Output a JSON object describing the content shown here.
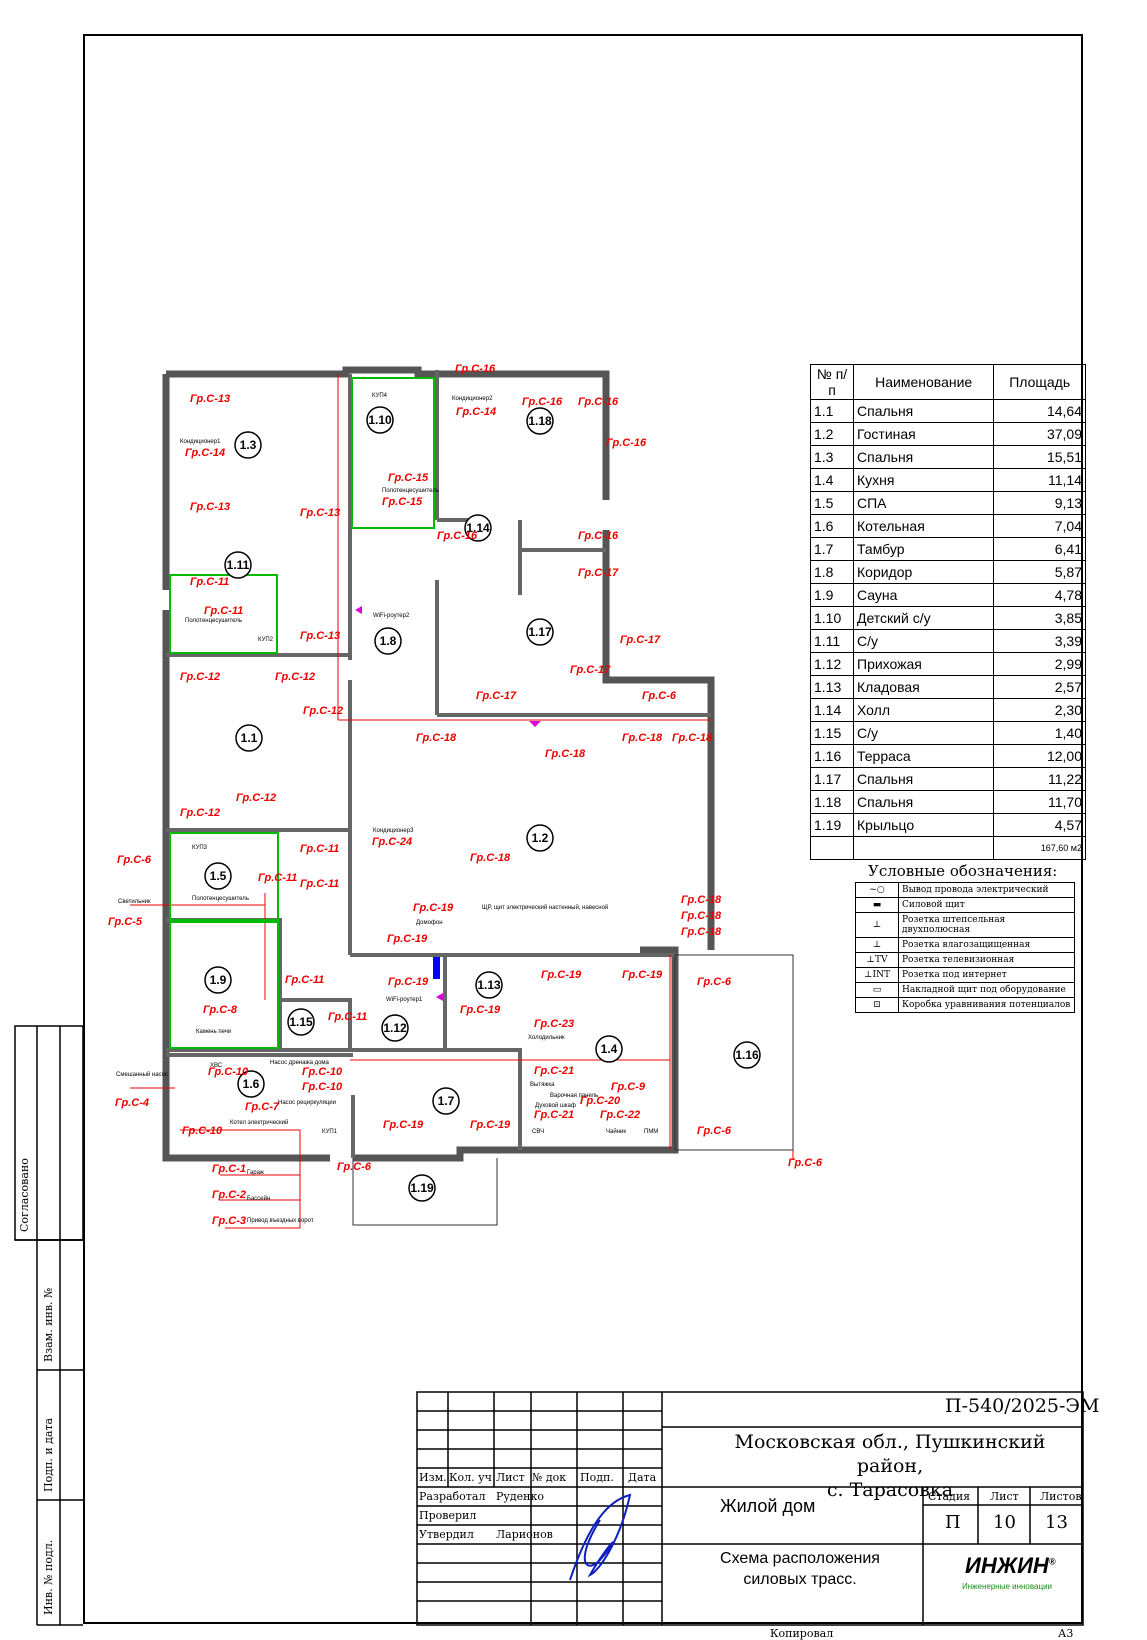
{
  "plan": {
    "rooms": [
      {
        "id": "1.3"
      },
      {
        "id": "1.10"
      },
      {
        "id": "1.18"
      },
      {
        "id": "1.11"
      },
      {
        "id": "1.14"
      },
      {
        "id": "1.17"
      },
      {
        "id": "1.8"
      },
      {
        "id": "1.1"
      },
      {
        "id": "1.2"
      },
      {
        "id": "1.5"
      },
      {
        "id": "1.9"
      },
      {
        "id": "1.13"
      },
      {
        "id": "1.15"
      },
      {
        "id": "1.12"
      },
      {
        "id": "1.4"
      },
      {
        "id": "1.16"
      },
      {
        "id": "1.6"
      },
      {
        "id": "1.7"
      },
      {
        "id": "1.19"
      }
    ],
    "labels": {
      "g16_top": "Гр.С-16",
      "g13_a": "Гр.С-13",
      "g14_a": "Гр.С-14",
      "g13_b": "Гр.С-13",
      "g11_a": "Гр.С-11",
      "g11_b": "Гр.С-11",
      "g13_c": "Гр.С-13",
      "g13_d": "Гр.С-13",
      "g12_a": "Гр.С-12",
      "g12_b": "Гр.С-12",
      "g12_c": "Гр.С-12",
      "g12_d": "Гр.С-12",
      "g12_e": "Гр.С-12",
      "g15_a": "Гр.С-15",
      "g15_b": "Гр.С-15",
      "g14_b": "Гр.С-14",
      "g16_a": "Гр.С-16",
      "g16_b": "Гр.С-16",
      "g16_c": "Гр.С-16",
      "g16_d": "Гр.С-16",
      "g16_e": "Гр.С-16",
      "g17_a": "Гр.С-17",
      "g17_b": "Гр.С-17",
      "g17_c": "Гр.С-17",
      "g17_d": "Гр.С-17",
      "g18_a": "Гр.С-18",
      "g18_b": "Гр.С-18",
      "g18_c": "Гр.С-18",
      "g18_d": "Гр.С-18",
      "g18_e": "Гр.С-18",
      "g18_f": "Гр.С-18",
      "g18_g": "Гр.С-18",
      "g18_h": "Гр.С-18",
      "g6_a": "Гр.С-6",
      "g6_b": "Гр.С-6",
      "g6_c": "Гр.С-6",
      "g6_d": "Гр.С-6",
      "g6_e": "Гр.С-6",
      "g6_f": "Гр.С-6",
      "g24": "Гр.С-24",
      "g11_c": "Гр.С-11",
      "g11_d": "Гр.С-11",
      "g11_e": "Гр.С-11",
      "g11_f": "Гр.С-11",
      "g11_g": "Гр.С-11",
      "g5": "Гр.С-5",
      "g19_a": "Гр.С-19",
      "g19_b": "Гр.С-19",
      "g19_c": "Гр.С-19",
      "g19_d": "Гр.С-19",
      "g19_e": "Гр.С-19",
      "g19_f": "Гр.С-19",
      "g19_g": "Гр.С-19",
      "g19_h": "Гр.С-19",
      "g19_i": "Гр.С-19",
      "g8": "Гр.С-8",
      "g23": "Гр.С-23",
      "g21_a": "Гр.С-21",
      "g21_b": "Гр.С-21",
      "g9": "Гр.С-9",
      "g20": "Гр.С-20",
      "g22": "Гр.С-22",
      "g10_a": "Гр.С-10",
      "g10_b": "Гр.С-10",
      "g10_c": "Гр.С-10",
      "g10_d": "Гр.С-10",
      "g4": "Гр.С-4",
      "g7": "Гр.С-7",
      "g1": "Гр.С-1",
      "g2": "Гр.С-2",
      "g3": "Гр.С-3"
    },
    "notes": {
      "kup4": "КУП4",
      "kup2": "КУП2",
      "kup3": "КУП3",
      "kup1": "КУП1",
      "cond2": "Кондиционер2",
      "cond1": "Кондиционер1",
      "cond3": "Кондиционер3",
      "polotence1": "Полотенцесушитель",
      "polotence2": "Полотенцесушитель",
      "polotence3": "Полотенцесушитель",
      "wifi2": "WiFi-роутер2",
      "wifi1": "WiFi-роутер1",
      "domofon": "Домофон",
      "shield": "ЩР, щит электрический настенный, навесной",
      "svetilnik": "Светильник",
      "smesh": "Смешанный насос",
      "kamen": "Камень печи",
      "fridge": "Холодильник",
      "vytyazhka": "Вытяжка",
      "oven": "Варочная панель",
      "duh": "Духовой шкаф",
      "svch": "СВЧ",
      "chainik": "Чайник",
      "pmm": "ПММ",
      "xvs": "ХВС",
      "nasos_dom": "Насос дренажа дома",
      "nasos_rec": "Насос рециркуляции",
      "kotel": "Котел электрический",
      "garazh": "Гараж",
      "bassein": "Бассейн",
      "vorota": "Привод въездных ворот"
    }
  },
  "room_table": {
    "headers": [
      "№ п/п",
      "Наименование",
      "Площадь"
    ],
    "rows": [
      [
        "1.1",
        "Спальня",
        "14,64"
      ],
      [
        "1.2",
        "Гостиная",
        "37,09"
      ],
      [
        "1.3",
        "Спальня",
        "15,51"
      ],
      [
        "1.4",
        "Кухня",
        "11,14"
      ],
      [
        "1.5",
        "СПА",
        "9,13"
      ],
      [
        "1.6",
        "Котельная",
        "7,04"
      ],
      [
        "1.7",
        "Тамбур",
        "6,41"
      ],
      [
        "1.8",
        "Коридор",
        "5,87"
      ],
      [
        "1.9",
        "Сауна",
        "4,78"
      ],
      [
        "1.10",
        "Детский с/у",
        "3,85"
      ],
      [
        "1.11",
        "С/у",
        "3,39"
      ],
      [
        "1.12",
        "Прихожая",
        "2,99"
      ],
      [
        "1.13",
        "Кладовая",
        "2,57"
      ],
      [
        "1.14",
        "Холл",
        "2,30"
      ],
      [
        "1.15",
        "С/у",
        "1,40"
      ],
      [
        "1.16",
        "Терраса",
        "12,00"
      ],
      [
        "1.17",
        "Спальня",
        "11,22"
      ],
      [
        "1.18",
        "Спальня",
        "11,70"
      ],
      [
        "1.19",
        "Крыльцо",
        "4,57"
      ]
    ],
    "total": "167,60 м2"
  },
  "legend": {
    "title": "Условные обозначения:",
    "items": [
      {
        "icon": "wire-outlet-icon",
        "label": "Вывод провода электрический"
      },
      {
        "icon": "power-panel-icon",
        "label": "Силовой щит"
      },
      {
        "icon": "double-socket-icon",
        "label": "Розетка штепсельная двухполюсная"
      },
      {
        "icon": "waterproof-socket-icon",
        "label": "Розетка влагозащищенная"
      },
      {
        "icon": "tv-socket-icon",
        "label": "Розетка телевизионная"
      },
      {
        "icon": "internet-socket-icon",
        "label": "Розетка под интернет"
      },
      {
        "icon": "equipment-panel-icon",
        "label": "Накладной щит под оборудование"
      },
      {
        "icon": "kup-box-icon",
        "label": "Коробка уравнивания потенциалов"
      }
    ]
  },
  "side_stamp": {
    "soglasovano": "Согласовано",
    "vzam": "Взам. инв. №",
    "podp": "Подп. и дата",
    "inv": "Инв. № подл."
  },
  "title_block": {
    "code": "П-540/2025-ЭМ",
    "address_line1": "Московская обл., Пушкинский район,",
    "address_line2": "с. Тарасовка",
    "project": "Жилой дом",
    "schema_line1": "Схема расположения",
    "schema_line2": "силовых трасс.",
    "col_izm": "Изм.",
    "col_kol": "Кол. уч",
    "col_list": "Лист",
    "col_ndok": "№ док",
    "col_podp": "Подп.",
    "col_data": "Дата",
    "role1": "Разработал",
    "name1": "Руденко",
    "role2": "Проверил",
    "role3": "Утвердил",
    "name3": "Ларионов",
    "stage_label": "Стадия",
    "sheet_label": "Лист",
    "sheets_label": "Листов",
    "stage": "П",
    "sheet": "10",
    "sheets": "13",
    "logo": "ИНЖИН",
    "logo_mark": "®",
    "logo_sub": "Инженерные инновации",
    "copied": "Копировал",
    "format": "А3"
  }
}
